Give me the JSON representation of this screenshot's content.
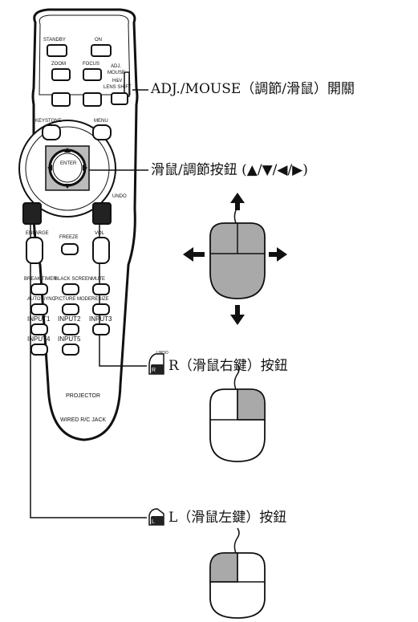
{
  "remote": {
    "standby": "STANDBY",
    "on": "ON",
    "zoom": "ZOOM",
    "focus": "FOCUS",
    "adj": "ADJ.",
    "mouse": "MOUSE",
    "hv_lens_shift_1": "H&V",
    "hv_lens_shift_2": "LENS SHIFT",
    "keystone": "KEYSTONE",
    "menu": "MENU",
    "enter": "ENTER",
    "undo": "UNDO",
    "enlarge": "ENLARGE",
    "freeze": "FREEZE",
    "vol": "VOL",
    "break_timer": "BREAK TIMER",
    "black_screen": "BLACK SCREEN",
    "mute": "MUTE",
    "auto_sync": "AUTO SYNC",
    "picture_mode": "PICTURE MODE",
    "resize": "RESIZE",
    "input1": "INPUT1",
    "input2": "INPUT2",
    "input3": "INPUT3",
    "input4": "INPUT4",
    "input5": "INPUT5",
    "projector": "PROJECTOR",
    "wired_rc_jack": "WIRED R/C JACK"
  },
  "callouts": {
    "adj_mouse_switch": "ADJ./MOUSE（調節/滑鼠）開關",
    "mouse_adjust_buttons": "滑鼠/調節按鈕 (▲/▼/◀/▶)",
    "r_button": "R（滑鼠右鍵）按鈕",
    "l_button": "L（滑鼠左鍵）按鈕",
    "icon_undo": "UNDO"
  },
  "colors": {
    "mouse_highlight": "#a9a9a9",
    "line": "#111111"
  }
}
